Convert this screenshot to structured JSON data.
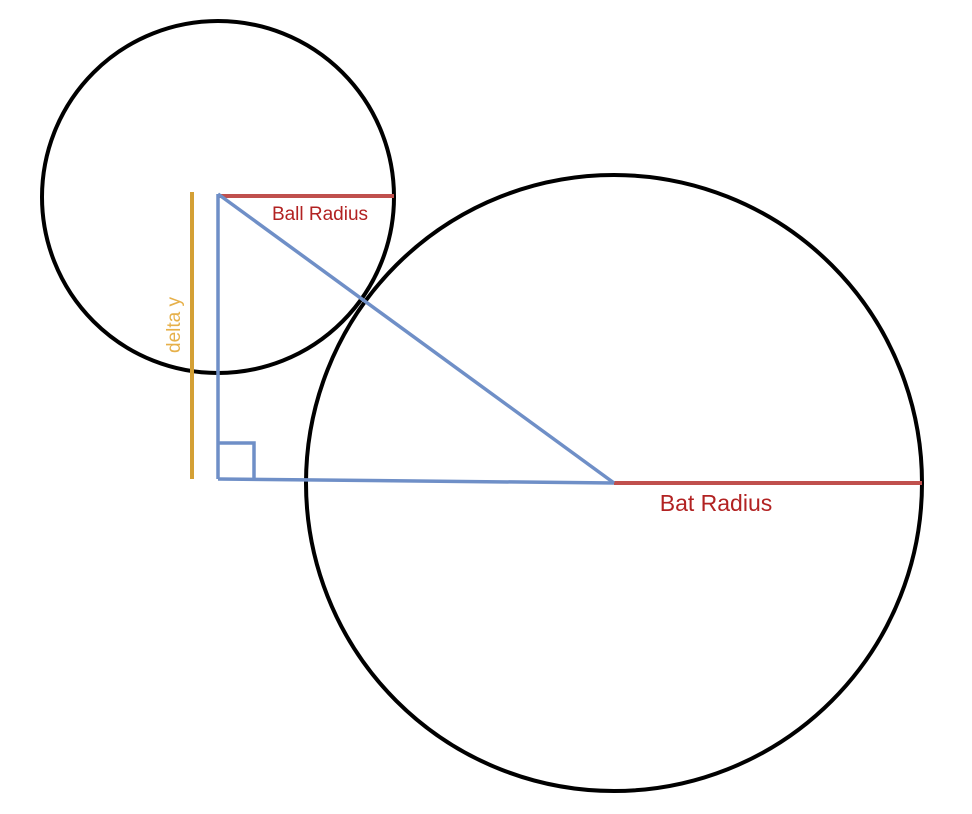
{
  "labels": {
    "ball_radius": "Ball Radius",
    "bat_radius": "Bat Radius",
    "delta_y": "delta y"
  },
  "colors": {
    "outline": "#000000",
    "radius": "#c0504d",
    "radius_text": "#b22222",
    "triangle": "#6f8fc7",
    "delta": "#d4a035",
    "delta_text": "#e6b04a"
  }
}
